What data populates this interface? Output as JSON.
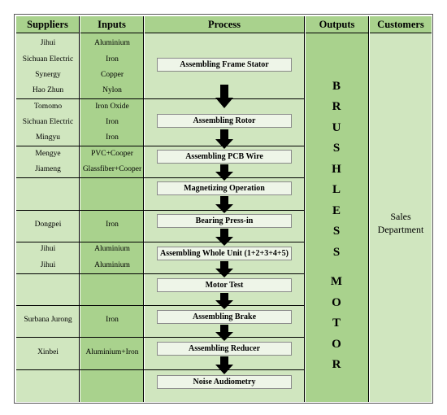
{
  "headers": {
    "suppliers": "Suppliers",
    "inputs": "Inputs",
    "process": "Process",
    "outputs": "Outputs",
    "customers": "Customers"
  },
  "suppliers": [
    "Jihui",
    "Sichuan Electric",
    "Synergy",
    "Hao Zhun",
    "Tomomo",
    "Sichuan Electric",
    "Mingyu",
    "Mengye",
    "Jiameng",
    "Dongpei",
    "Jihui",
    "Jihui",
    "Surbana Jurong",
    "Xinbei"
  ],
  "inputs": [
    "Aluminium",
    "Iron",
    "Copper",
    "Nylon",
    "Iron Oxide",
    "Iron",
    "Iron",
    "PVC+Cooper",
    "Glassfiber+Cooper",
    "Iron",
    "Aluminium",
    "Aluminium",
    "Iron",
    "Aluminium+Iron"
  ],
  "process_steps": [
    "Assembling Frame Stator",
    "Assembling Rotor",
    "Assembling PCB Wire",
    "Magnetizing Operation",
    "Bearing Press-in",
    "Assembling Whole Unit (1+2+3+4+5)",
    "Motor Test",
    "Assembling Brake",
    "Assembling Reducer",
    "Noise Audiometry"
  ],
  "outputs": {
    "word1": [
      "B",
      "R",
      "U",
      "S",
      "H",
      "L",
      "E",
      "S",
      "S"
    ],
    "word2": [
      "M",
      "O",
      "T",
      "O",
      "R"
    ]
  },
  "customer": "Sales\nDepartment",
  "colors": {
    "light_green": "#d0e6bf",
    "mid_green": "#a9d28d",
    "process_box": "#eef5e8"
  }
}
